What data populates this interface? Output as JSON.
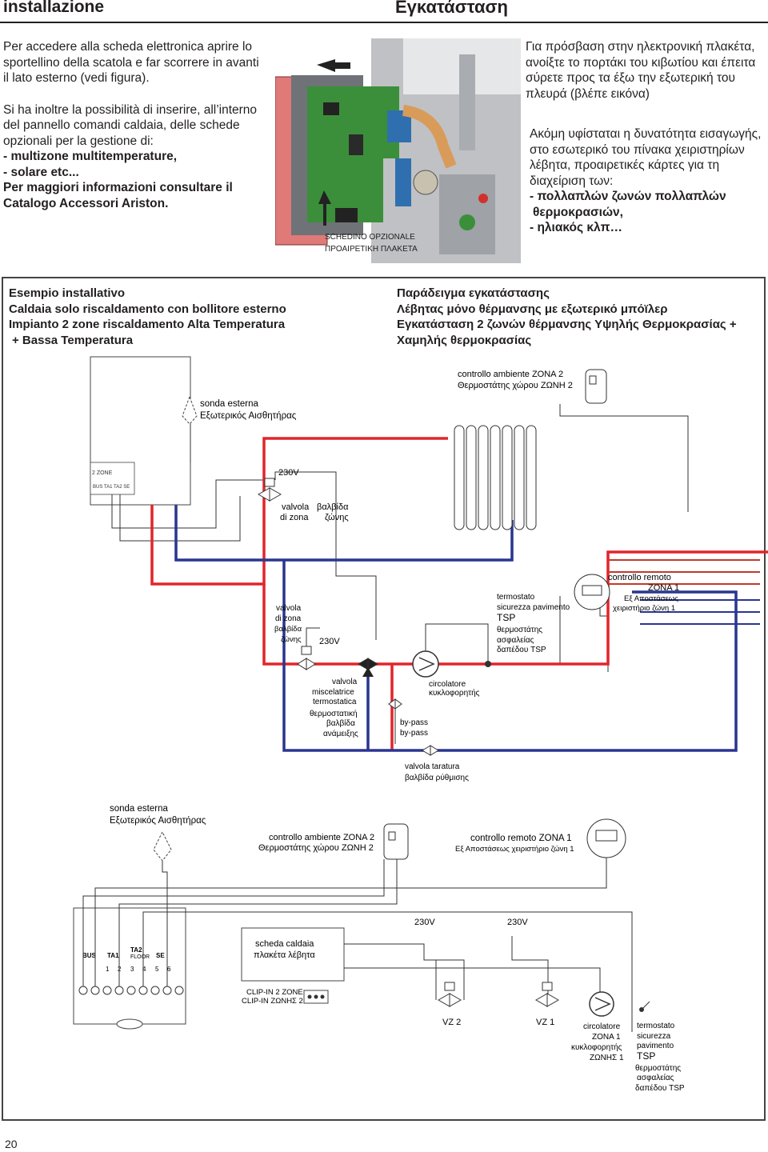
{
  "header": {
    "title_it": "installazione",
    "title_gr": "Εγκατάσταση"
  },
  "intro_it": {
    "line1": "Per accedere alla scheda elettronica aprire lo",
    "line2": "sportellino della scatola e far scorrere in avanti",
    "line3": "il lato esterno (vedi figura).",
    "line4": "Si ha inoltre la possibilità di inserire, all’interno",
    "line5": "del pannello comandi caldaia, delle schede",
    "line6": "opzionali per la gestione di:",
    "line7": "- multizone multitemperature,",
    "line8": "- solare etc...",
    "line9": "Per maggiori informazioni consultare il",
    "line10": "Catalogo Accessori Ariston."
  },
  "intro_gr": {
    "line1": "Για πρόσβαση στην ηλεκτρονική πλακέτα,",
    "line2": "ανοίξτε το πορτάκι του κιβωτίου και έπειτα",
    "line3": "σύρετε προς τα έξω την εξωτερική του",
    "line4": "πλευρά (βλέπε εικόνα)",
    "line5": "Ακόμη υφίσταται η δυνατότητα εισαγωγής,",
    "line6": "στο εσωτερικό του πίνακα χειριστηρίων",
    "line7": "λέβητα, προαιρετικές κάρτες για τη",
    "line8": "διαχείριση των:",
    "line9": "- πολλαπλών ζωνών πολλαπλών",
    "line10": "θερμοκρασιών,",
    "line11": "- ηλιακός κλπ…"
  },
  "photo": {
    "caption_it": "SCHEDINO OPZIONALE",
    "caption_gr": "ΠΡΟΑΙΡΕΤΙΚΗ ΠΛΑΚΕΤΑ"
  },
  "example": {
    "it1": "Esempio installativo",
    "it2": "Caldaia solo riscaldamento con bollitore esterno",
    "it3": "Impianto 2 zone riscaldamento Alta Temperatura",
    "it4": "+ Bassa Temperatura",
    "gr1": "Παράδειγμα εγκατάστασης",
    "gr2": "Λέβητας μόνο θέρμανσης με εξωτερικό μπόϊλερ",
    "gr3": "Εγκατάσταση 2 ζωνών θέρμανσης Υψηλής Θερμοκρασίας +",
    "gr4": "Χαμηλής θερμοκρασίας"
  },
  "diagram": {
    "sonda_it": "sonda esterna",
    "sonda_gr": "Εξωτερικός Αισθητήρας",
    "ca_zona2_it": "controllo ambiente ZONA 2",
    "ca_zona2_gr": "Θερμοστάτης χώρου ΖΩΝΗ 2",
    "board_title": "2 ZONE",
    "board_terms": "BUS TA1 TA2 SE",
    "v230": "230V",
    "valvola_zona_it": "valvola",
    "valvola_zona_it2": "di zona",
    "valvola_zona_gr": "βαλβίδα",
    "valvola_zona_gr2": "ζώνης",
    "cr_it": "controllo remoto",
    "cr_it2": "ZONA 1",
    "cr_gr": "Εξ Αποστάσεως",
    "cr_gr2": "χειριστήριο ζώνη 1",
    "tsp_it": "termostato",
    "tsp_it2": "sicurezza pavimento",
    "tsp": "TSP",
    "tsp_gr": "θερμοστάτης",
    "tsp_gr2": "ασφαλείας",
    "tsp_gr3": "δαπέδου TSP",
    "mix_it": "valvola",
    "mix_it2": "miscelatrice",
    "mix_it3": "termostatica",
    "mix_gr": "θερμοστατική",
    "mix_gr2": "βαλβίδα",
    "mix_gr3": "ανάμειξης",
    "circ_it": "circolatore",
    "circ_gr": "κυκλοφορητής",
    "bypass_it": "by-pass",
    "bypass_gr": "by-pass",
    "tar_it": "valvola taratura",
    "tar_gr": "βαλβίδα ρύθμισης"
  },
  "wiring": {
    "sonda_it": "sonda esterna",
    "sonda_gr": "Εξωτερικός Αισθητήρας",
    "ca_it": "controllo ambiente ZONA 2",
    "ca_gr": "Θερμοστάτης χώρου ΖΩΝΗ 2",
    "cr_it": "controllo remoto ZONA 1",
    "cr_gr": "Εξ Αποστάσεως χειριστήριο ζώνη 1",
    "v230a": "230V",
    "v230b": "230V",
    "scheda_it": "scheda caldaia",
    "scheda_gr": "πλακέτα λέβητα",
    "clip_it": "CLIP-IN 2 ZONE",
    "clip_gr": "CLIP-IN ΖΩΝΗΣ 2",
    "t_bus": "BUS",
    "t_ta1": "TA1",
    "t_ta2": "TA2",
    "t_floor": "FLOOR",
    "t_se": "SE",
    "n1": "1",
    "n2": "2",
    "n3": "3",
    "n4": "4",
    "n5": "5",
    "n6": "6",
    "vz2": "VZ 2",
    "vz1": "VZ 1",
    "circ_it": "circolatore",
    "circ_it2": "ZONA 1",
    "circ_gr": "κυκλοφορητής",
    "circ_gr2": "ΖΩΝΗΣ 1",
    "tsp_it": "termostato",
    "tsp_it2": "sicurezza",
    "tsp_it3": "pavimento",
    "tsp": "TSP",
    "tsp_gr": "θερμοστάτης",
    "tsp_gr2": "ασφαλείας",
    "tsp_gr3": "δαπέδου TSP"
  },
  "page_number": "20",
  "colors": {
    "hot": "#e0262b",
    "cold": "#2a3590",
    "line": "#333333"
  }
}
